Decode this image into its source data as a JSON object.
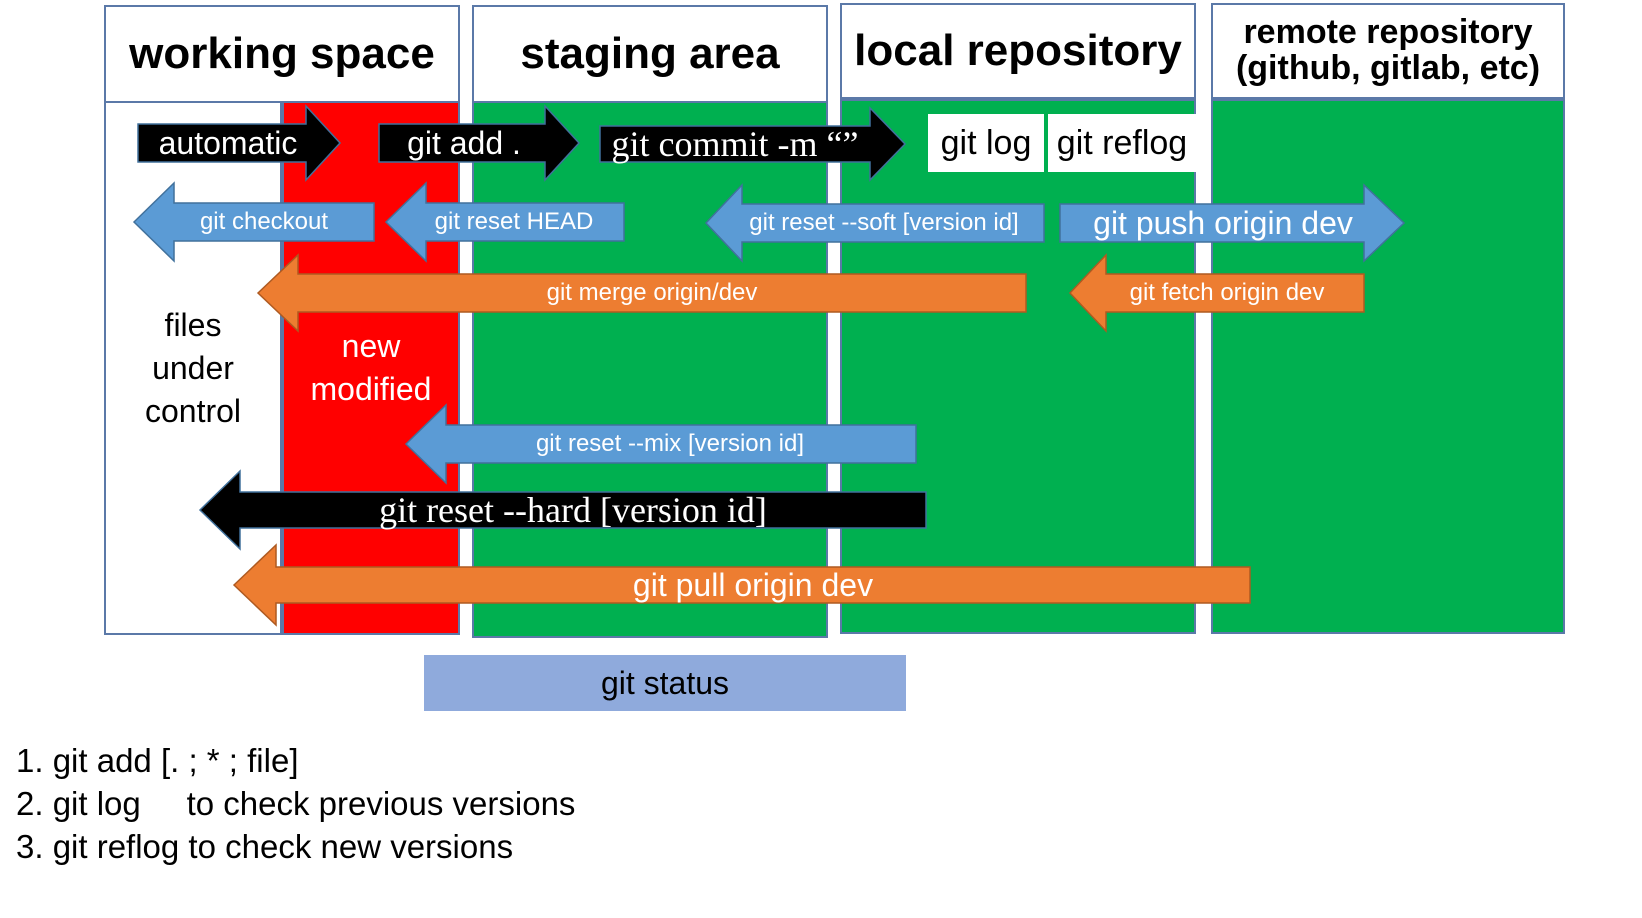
{
  "columns": {
    "working_space": "working space",
    "staging_area": "staging area",
    "local_repository": "local repository",
    "remote_line1": "remote repository",
    "remote_line2": "(github, gitlab, etc)"
  },
  "zones": {
    "files_under_control": [
      "files",
      "under",
      "control"
    ],
    "new_modified": [
      "new",
      "modified"
    ]
  },
  "arrows": {
    "automatic": "automatic",
    "git_add": "git add .",
    "git_commit": "git commit -m “”",
    "git_checkout": "git checkout",
    "git_reset_head": "git reset HEAD",
    "git_reset_soft": "git reset --soft [version id]",
    "git_push": "git push origin dev",
    "git_merge": "git merge origin/dev",
    "git_fetch": "git fetch origin dev",
    "git_reset_mix": "git reset --mix [version id]",
    "git_reset_hard": "git reset --hard [version id]",
    "git_pull": "git pull origin dev"
  },
  "labels": {
    "git_log": "git log",
    "git_reflog": "git reflog",
    "git_status": "git status"
  },
  "notes": [
    "1. git add [. ; * ; file]",
    "2. git log     to check previous versions",
    "3. git reflog to check new versions"
  ],
  "colors": {
    "green": "#00b050",
    "red": "#ff0000",
    "blue_arrow": "#5b9bd5",
    "orange_arrow": "#ed7d31",
    "black_arrow": "#000000",
    "status_bar": "#8faadc"
  }
}
